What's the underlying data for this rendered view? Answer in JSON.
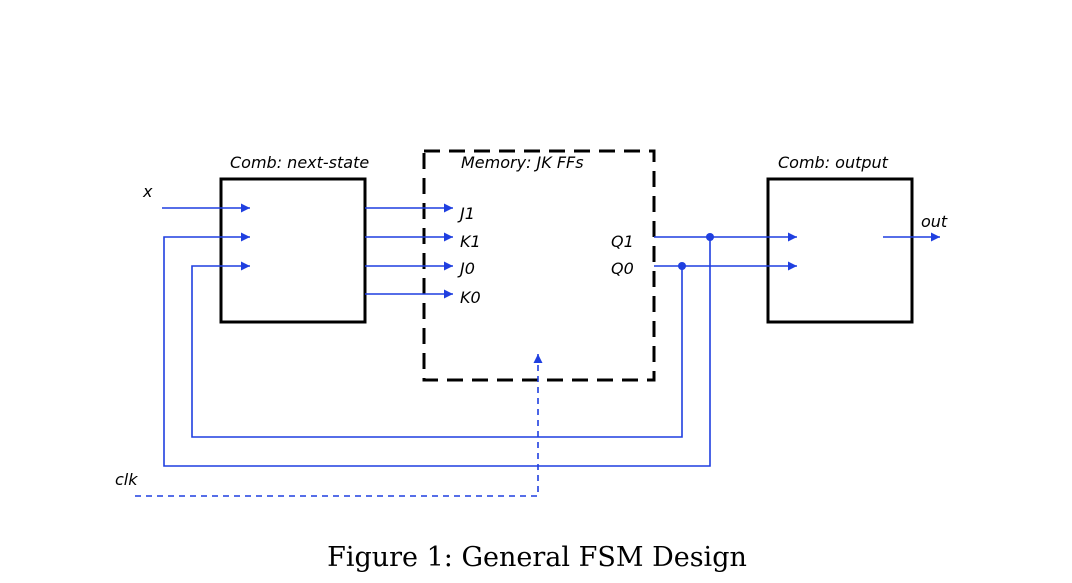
{
  "colors": {
    "wire": "#1f3fe0",
    "box": "#000000",
    "text": "#000000"
  },
  "blocks": {
    "next_state": {
      "title": "Comb: next-state"
    },
    "memory": {
      "title": "Memory: JK FFs"
    },
    "output": {
      "title": "Comb: output"
    }
  },
  "signals": {
    "x": "x",
    "clk": "clk",
    "out": "out",
    "j1": "J1",
    "k1": "K1",
    "j0": "J0",
    "k0": "K0",
    "q1": "Q1",
    "q0": "Q0"
  },
  "caption": "Figure 1: General FSM Design"
}
